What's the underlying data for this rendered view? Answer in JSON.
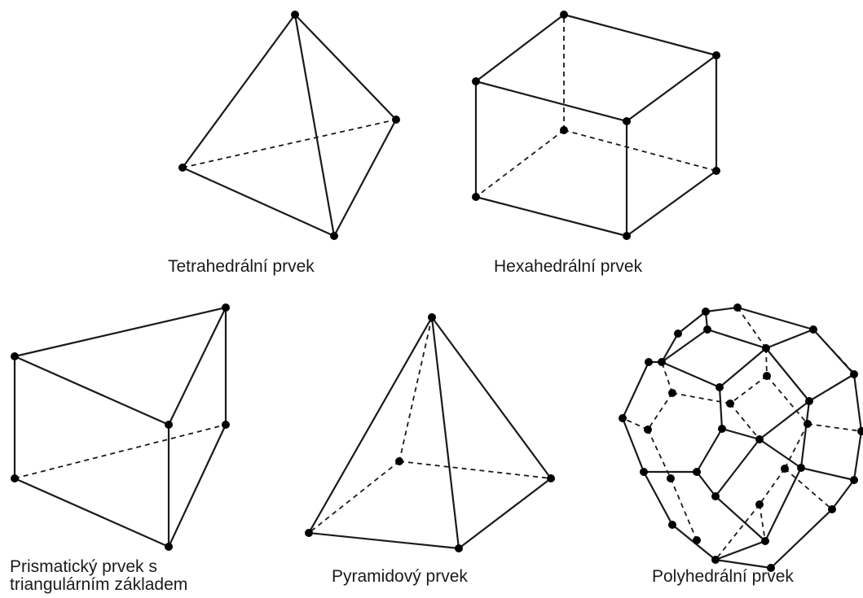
{
  "figures": [
    {
      "id": "tetrahedron",
      "label": "Tetrahedrální prvek"
    },
    {
      "id": "hexahedron",
      "label": "Hexahedrální prvek"
    },
    {
      "id": "prism",
      "label_lines": [
        "Prismatický prvek s",
        "triangulárním základem"
      ]
    },
    {
      "id": "pyramid",
      "label": "Pyramidový prvek"
    },
    {
      "id": "polyhedron",
      "label": "Polyhedrální prvek"
    }
  ]
}
